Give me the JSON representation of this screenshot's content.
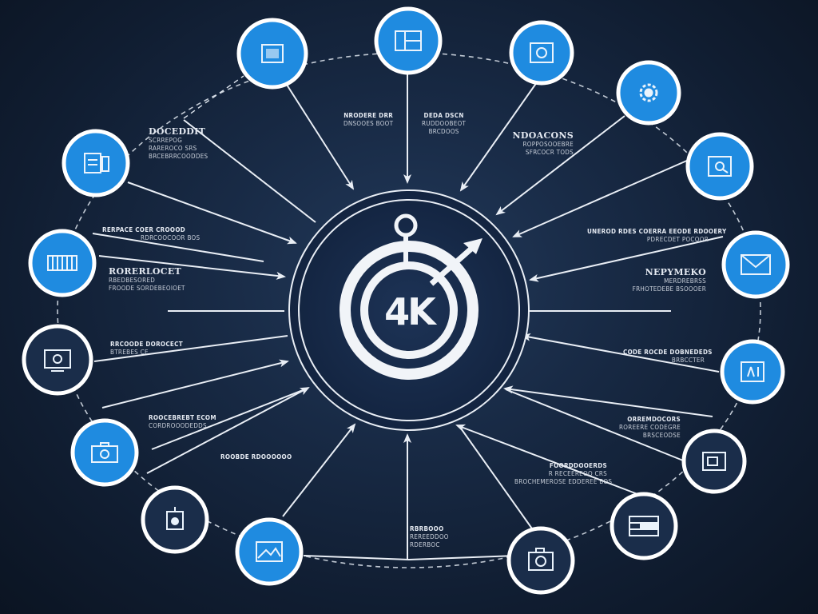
{
  "hub": {
    "label": "4K"
  },
  "colors": {
    "background": "#0f1a2b",
    "blue": "#1f8be0",
    "navy": "#1a2d4a",
    "line": "#e9eef5"
  },
  "nodes": [
    {
      "id": "n-top-left",
      "fill": "blue",
      "icon": "document-icon"
    },
    {
      "id": "n-top",
      "fill": "blue",
      "icon": "photo-collage-icon"
    },
    {
      "id": "n-top-right",
      "fill": "blue",
      "icon": "photo-frame-icon"
    },
    {
      "id": "n-gear",
      "fill": "blue",
      "icon": "gear-icon"
    },
    {
      "id": "n-right-upper",
      "fill": "blue",
      "icon": "image-edit-icon"
    },
    {
      "id": "n-mail",
      "fill": "blue",
      "icon": "mail-icon"
    },
    {
      "id": "n-right-mid",
      "fill": "blue",
      "icon": "ai-tag-icon"
    },
    {
      "id": "n-right-lower",
      "fill": "navy",
      "icon": "gallery-icon"
    },
    {
      "id": "n-bottom-right",
      "fill": "navy",
      "icon": "film-strip-icon"
    },
    {
      "id": "n-bottom-mid-right",
      "fill": "navy",
      "icon": "camera-icon"
    },
    {
      "id": "n-bottom-mid-left",
      "fill": "blue",
      "icon": "landscape-icon"
    },
    {
      "id": "n-bottom-left",
      "fill": "navy",
      "icon": "video-camera-icon"
    },
    {
      "id": "n-left-lower",
      "fill": "blue",
      "icon": "camera-bag-icon"
    },
    {
      "id": "n-left-mid",
      "fill": "navy",
      "icon": "monitor-icon"
    },
    {
      "id": "n-left-upper",
      "fill": "blue",
      "icon": "server-rack-icon"
    },
    {
      "id": "n-left-top",
      "fill": "blue",
      "icon": "files-icon"
    }
  ],
  "labels": {
    "top_center_left": {
      "l1": "NRODERE DRR",
      "l2": "DNSOOES BOOT"
    },
    "top_center_right": {
      "l1": "DEDA DSCN",
      "l2": "RUDDOOBEOT",
      "l3": "BRCDOOS"
    },
    "top_left": {
      "h": "DOCEDDIT",
      "l1": "SCRREPOG",
      "l2": "RAREROCO SRS",
      "l3": "BRCEBRRCOODDES"
    },
    "top_right": {
      "h": "NDOACONS",
      "l1": "ROPPOSOOEBRE",
      "l2": "SFRCOCR TODS"
    },
    "left_upper": {
      "l1": "RERPACE COER CROOOD",
      "l2": "RDRCOOCOOR BOS"
    },
    "left_mid": {
      "h": "RORERLOCET",
      "l1": "RBEDBESORED",
      "l2": "FROODE SORDEBEOIOET"
    },
    "right_upper": {
      "l1": "UNEROD RDES COERRA EEODE RDOOERY",
      "l2": "PDRECDET POCOOR"
    },
    "right_mid": {
      "h": "NEPYMEKO",
      "l1": "MERDREBRSS",
      "l2": "FRHOTEDEBE BSOOOER"
    },
    "left_lower": {
      "l1": "RRCOODE DOROCECT",
      "l2": "BTREBES CE"
    },
    "right_lower": {
      "l1": "CODE ROCDE DOBNEDEDS",
      "l2": "BRBCCTER"
    },
    "lower_left": {
      "l1": "ROOCEBREBT ECOM",
      "l2": "CORDROOODEDDS"
    },
    "lower_right": {
      "l1": "ORREMDOCORS",
      "l2": "ROREERE CODEGRE",
      "l3": "BRSCEODSE"
    },
    "bottom_left_small": {
      "l1": "ROOBDE RDOOOOOO"
    },
    "bottom_right_small": {
      "l1": "FOORDDOOERDS",
      "l2": "R RECEEREOO CRS",
      "l3": "BROCHEMEROSE EDDEREE BOS"
    },
    "bottom_center": {
      "l1": "RBRBOOO",
      "l2": "REREEDDOO",
      "l3": "RDERBOC"
    }
  }
}
